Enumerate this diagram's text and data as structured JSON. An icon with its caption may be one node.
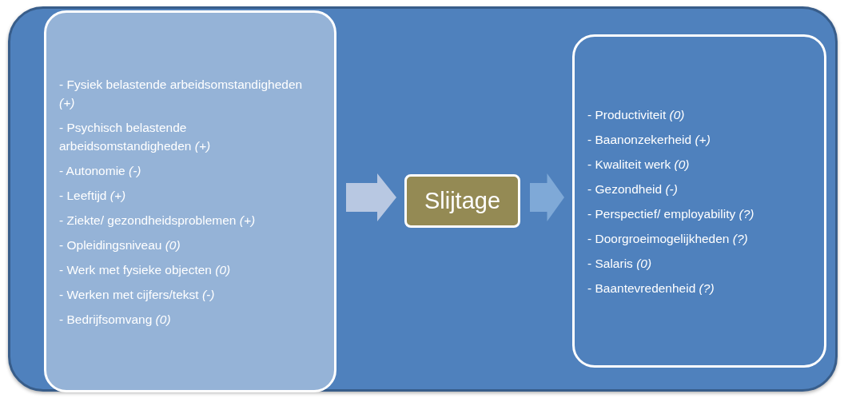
{
  "diagram": {
    "nodes": [
      {
        "text": [],
        "shape": "box"
      },
      {
        "text": [
          "- Fysiek belastende arbeidsomstandigheden *(+)*",
          "- Psychisch belastende arbeidsomstandigheden *(+)*",
          "- Autonomie *(-)*",
          "- Leeftijd *(+)*",
          "- Ziekte/ gezondheidsproblemen *(+)*",
          "- Opleidingsniveau *(0)*",
          "- Werk met fysieke objecten *(0)*",
          "- Werken met cijfers/tekst *(-)*",
          "- Bedrijfsomvang *(0)*"
        ],
        "in": 0
      },
      {
        "text": [
          "Slijtage"
        ],
        "in": 0
      },
      {
        "text": [
          "- Productiviteit *(0)*",
          "- Baanonzekerheid *(+)*",
          "- Kwaliteit werk *(0)*",
          "- Gezondheid *(-)*",
          "- Perspectief/ employability *(?)*",
          "- Doorgroeimogelijkheden *(?)*",
          "- Salaris *(0)*",
          "- Baantevredenheid *(?)*"
        ],
        "in": 0
      }
    ],
    "edges": [
      {
        "from": 1,
        "to": 2,
        "arrow": "to",
        "color": "#b8c8e2"
      },
      {
        "from": 2,
        "to": 3,
        "arrow": "to",
        "color": "#7fa9d7"
      }
    ]
  }
}
